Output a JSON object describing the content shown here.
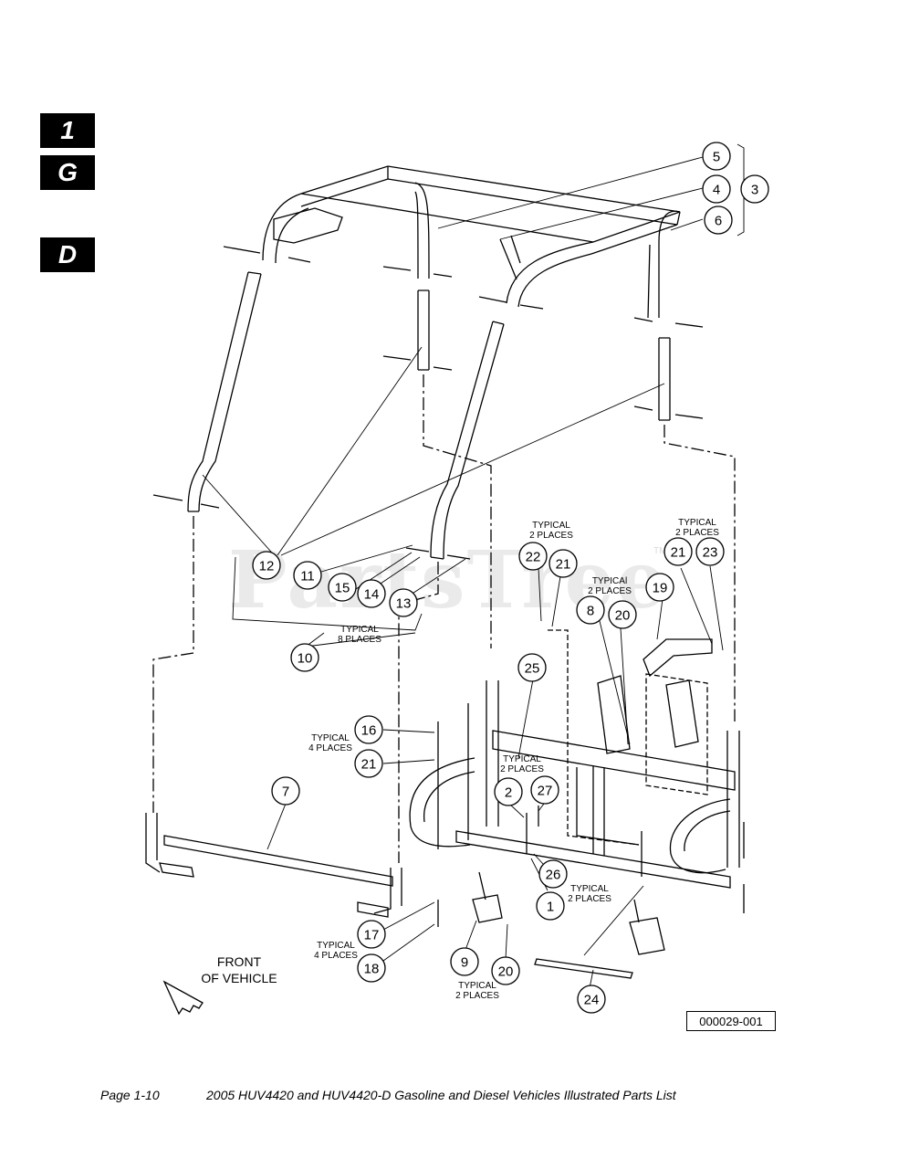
{
  "tabs": [
    "1",
    "G",
    "D"
  ],
  "callouts": [
    {
      "n": "5"
    },
    {
      "n": "4"
    },
    {
      "n": "3"
    },
    {
      "n": "6"
    },
    {
      "n": "22"
    },
    {
      "n": "21"
    },
    {
      "n": "21"
    },
    {
      "n": "23"
    },
    {
      "n": "12"
    },
    {
      "n": "11"
    },
    {
      "n": "15"
    },
    {
      "n": "14"
    },
    {
      "n": "13"
    },
    {
      "n": "8"
    },
    {
      "n": "20"
    },
    {
      "n": "19"
    },
    {
      "n": "10"
    },
    {
      "n": "25"
    },
    {
      "n": "16"
    },
    {
      "n": "21"
    },
    {
      "n": "7"
    },
    {
      "n": "2"
    },
    {
      "n": "27"
    },
    {
      "n": "26"
    },
    {
      "n": "1"
    },
    {
      "n": "17"
    },
    {
      "n": "9"
    },
    {
      "n": "20"
    },
    {
      "n": "18"
    },
    {
      "n": "24"
    }
  ],
  "notes": [
    {
      "lines": [
        "TYPICAL",
        "2 PLACES"
      ]
    },
    {
      "lines": [
        "TYPICAL",
        "2 PLACES"
      ]
    },
    {
      "lines": [
        "TYPICAl",
        "2 PLACES"
      ]
    },
    {
      "lines": [
        "TYPICAL",
        "8 PLACES"
      ]
    },
    {
      "lines": [
        "TYPICAL",
        "4 PLACES"
      ]
    },
    {
      "lines": [
        "TYPICAL",
        "2 PLACES"
      ]
    },
    {
      "lines": [
        "TYPICAL",
        "2 PLACES"
      ]
    },
    {
      "lines": [
        "TYPICAL",
        "4 PLACES"
      ]
    },
    {
      "lines": [
        "TYPICAL",
        "2 PLACES"
      ]
    }
  ],
  "front_label": [
    "FRONT",
    "OF VEHICLE"
  ],
  "doc_id": "000029-001",
  "watermark": "PartsTree",
  "watermark_tm": "TM",
  "footer": {
    "page": "Page 1-10",
    "title": "2005 HUV4420 and HUV4420-D Gasoline and Diesel Vehicles Illustrated Parts List"
  }
}
